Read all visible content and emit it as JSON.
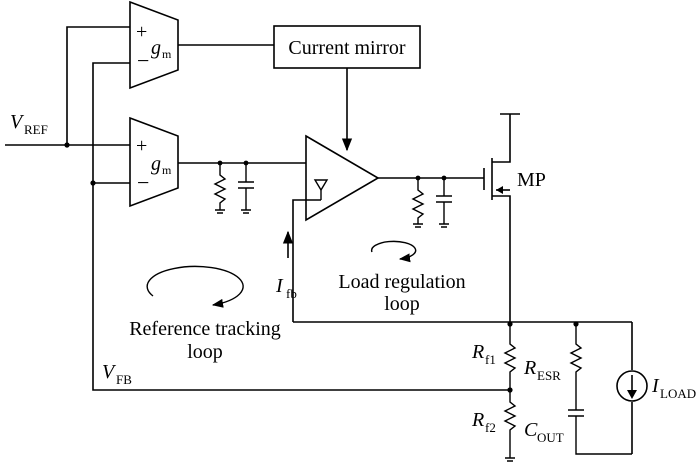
{
  "diagram": {
    "blocks": {
      "current_mirror": "Current mirror",
      "gm_top_main": "g",
      "gm_top_sub": "m",
      "gm_bottom_main": "g",
      "gm_bottom_sub": "m",
      "plus_sign": "+",
      "minus_sign": "−"
    },
    "signals": {
      "vref_main": "V",
      "vref_sub": "REF",
      "vfb_main": "V",
      "vfb_sub": "FB",
      "ifb_main": "I",
      "ifb_sub": "fb",
      "iload_main": "I",
      "iload_sub": "LOAD"
    },
    "components": {
      "mp": "MP",
      "rf1_main": "R",
      "rf1_sub": "f1",
      "rf2_main": "R",
      "rf2_sub": "f2",
      "resr_main": "R",
      "resr_sub": "ESR",
      "cout_main": "C",
      "cout_sub": "OUT"
    },
    "loops": {
      "load_line1": "Load regulation",
      "load_line2": "loop",
      "ref_line1": "Reference tracking",
      "ref_line2": "loop"
    }
  }
}
